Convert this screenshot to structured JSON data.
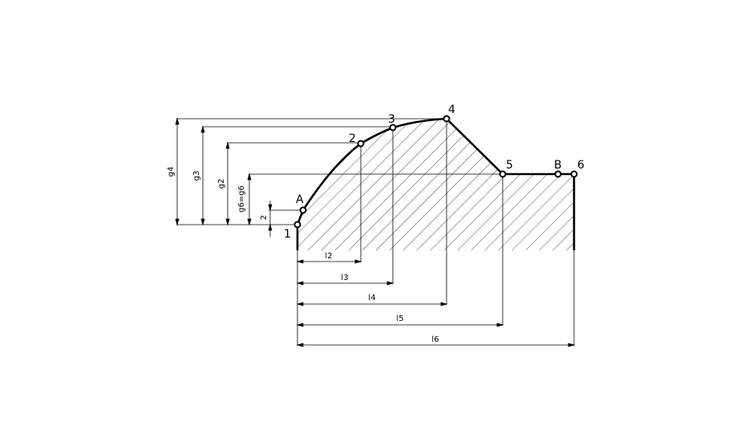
{
  "points": {
    "p1": "1",
    "pA": "A",
    "p2": "2",
    "p3": "3",
    "p4": "4",
    "p5": "5",
    "pB": "B",
    "p6": "6"
  },
  "dimensions": {
    "vertical": {
      "g4": "g4",
      "g3": "g3",
      "g2": "g2",
      "g6": "g6=g6",
      "two": "2"
    },
    "horizontal": {
      "l2": "l2",
      "l3": "l3",
      "l4": "l4",
      "l5": "l5",
      "l6": "l6"
    }
  }
}
